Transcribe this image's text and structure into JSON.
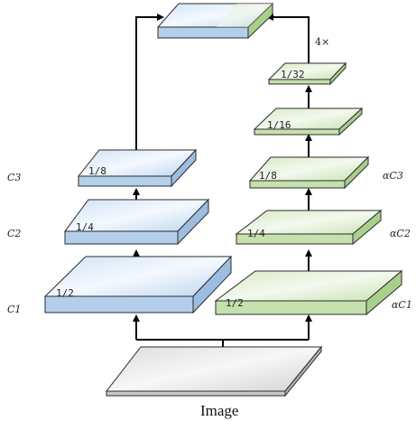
{
  "caption": "Image",
  "top_slab": {},
  "upsample_note": "4×",
  "left_stack": {
    "slabs": [
      {
        "scale": "1/2",
        "side_label": "C1"
      },
      {
        "scale": "1/4",
        "side_label": "C2"
      },
      {
        "scale": "1/8",
        "side_label": "C3"
      }
    ]
  },
  "right_stack": {
    "slabs": [
      {
        "scale": "1/2",
        "side_label": "αC1"
      },
      {
        "scale": "1/4",
        "side_label": "αC2"
      },
      {
        "scale": "1/8",
        "side_label": "αC3"
      },
      {
        "scale": "1/16",
        "side_label": ""
      },
      {
        "scale": "1/32",
        "side_label": ""
      }
    ]
  },
  "colors": {
    "blue_top": "#dbe9f7",
    "blue_front": "#b8d2ee",
    "blue_side": "#9dbde0",
    "green_top": "#e2f0d6",
    "green_front": "#c5e1ad",
    "green_side": "#a9cf8d",
    "gray_top": "#e8e8e8",
    "gray_front": "#cfcfcf",
    "gray_side": "#bdbdbd"
  }
}
